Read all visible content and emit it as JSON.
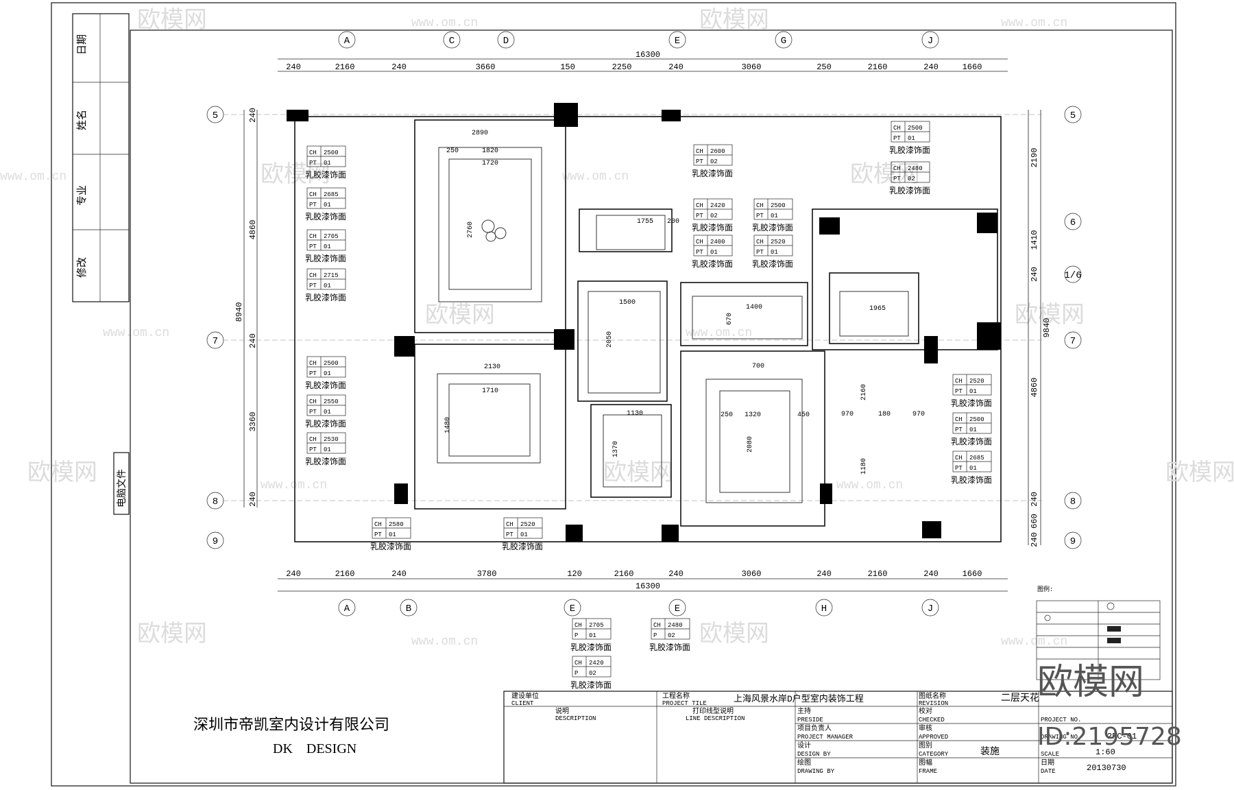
{
  "drawing": {
    "project_title": "上海风景水岸D户型室内装饰工程",
    "drawing_name": "二层天花",
    "drawing_no": "2RC-01",
    "scale": "1:60",
    "date": "20130730",
    "category": "装施",
    "company_cn": "深圳市帝凯室内设计有限公司",
    "company_en": "DK    DESIGN",
    "total_width": "16300",
    "total_height_left": "8940",
    "total_height_right": "9840",
    "legend_title": "图例:"
  },
  "dims_top": [
    "240",
    "2160",
    "240",
    "3660",
    "150",
    "2250",
    "240",
    "3060",
    "250",
    "2160",
    "240",
    "1660"
  ],
  "dims_bottom": [
    "240",
    "2160",
    "240",
    "3780",
    "120",
    "2160",
    "240",
    "3060",
    "240",
    "2160",
    "240",
    "1660"
  ],
  "dims_left": [
    "240",
    "4860",
    "240",
    "3360",
    "240"
  ],
  "dims_right": [
    "2190",
    "1410",
    "240",
    "4860",
    "240",
    "660",
    "240"
  ],
  "grid_top": [
    "A",
    "C",
    "D",
    "E",
    "G",
    "J"
  ],
  "grid_bottom": [
    "A",
    "B",
    "E",
    "E",
    "H",
    "J"
  ],
  "grid_left": [
    "5",
    "7",
    "8",
    "9"
  ],
  "grid_right": [
    "5",
    "6",
    "1/6",
    "7",
    "8",
    "9"
  ],
  "finish_label": "乳胶漆饰面",
  "tag_keys": {
    "ch": "CH",
    "pt": "PT",
    "p": "P"
  },
  "tags_ch": [
    "2500",
    "2685",
    "2705",
    "2715",
    "2500",
    "2550",
    "2530",
    "2580",
    "2520",
    "2600",
    "2420",
    "2500",
    "2400",
    "2520",
    "2500",
    "2520",
    "2500",
    "2685",
    "2705",
    "2480",
    "2420",
    "2480"
  ],
  "tags_pt": [
    "01",
    "01",
    "01",
    "01",
    "01",
    "01",
    "01",
    "01",
    "01",
    "02",
    "02",
    "01",
    "01",
    "01",
    "01",
    "01",
    "01",
    "01",
    "01",
    "02",
    "02",
    "02"
  ],
  "inner_dims": [
    "2890",
    "1820",
    "1720",
    "250",
    "2760",
    "1500",
    "2050",
    "2130",
    "1710",
    "1480",
    "1130",
    "1370",
    "1755",
    "1400",
    "670",
    "1965",
    "1320",
    "2080",
    "250",
    "450",
    "970",
    "180",
    "970",
    "2160",
    "1180",
    "700",
    "200"
  ],
  "left_margin": {
    "rev": "修改",
    "major": "专业",
    "name": "姓名",
    "date": "日期",
    "file": "电脑文件"
  },
  "title_block": {
    "client_cn": "建设单位",
    "client_en": "CLIENT",
    "project_cn": "工程名称",
    "project_en": "PROJECT TILE",
    "revision_cn": "图纸名称",
    "revision_en": "REVISION",
    "desc_cn": "说明",
    "desc_en": "DESCRIPTION",
    "line_cn": "打印线型说明",
    "line_en": "LINE DESCRIPTION",
    "preside_cn": "主持",
    "preside_en": "PRESIDE",
    "pm_cn": "项目负责人",
    "pm_en": "PROJECT MANAGER",
    "design_cn": "设计",
    "design_en": "DESIGN BY",
    "draw_cn": "绘图",
    "draw_en": "DRAWING BY",
    "checked_cn": "校对",
    "checked_en": "CHECKED",
    "approved_cn": "审核",
    "approved_en": "APPROVED",
    "category_cn": "图别",
    "category_en": "CATEGORY",
    "frame_cn": "图幅",
    "frame_en": "FRAME",
    "proj_no_en": "PROJECT NO.",
    "drawing_no_en": "DRAWING NO.",
    "scale_en": "SCALE",
    "date_cn": "日期",
    "date_en": "DATE"
  },
  "watermark": {
    "brand": "欧模网",
    "url": "www.om.cn",
    "id": "ID:2195728"
  }
}
